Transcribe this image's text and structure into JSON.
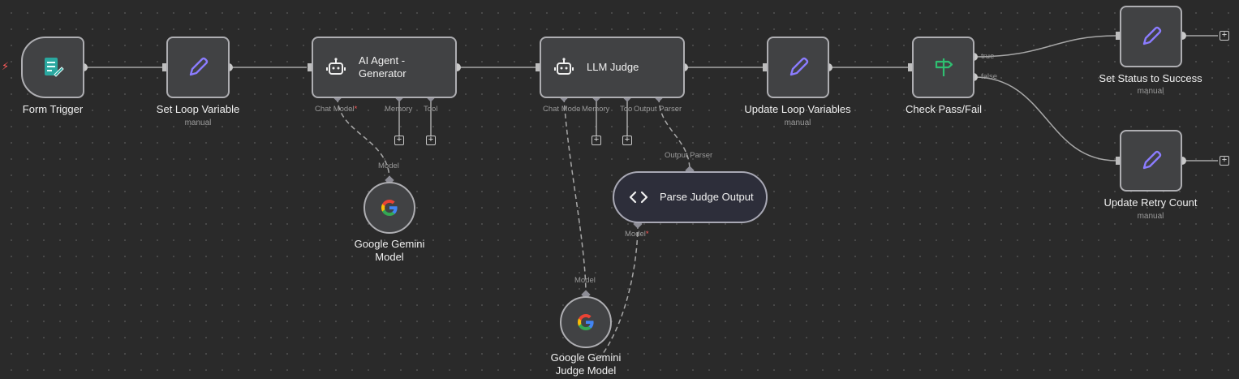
{
  "nodes": {
    "form_trigger": {
      "label": "Form Trigger"
    },
    "set_loop_variable": {
      "label": "Set Loop Variable",
      "sub": "manual"
    },
    "ai_agent": {
      "label": "AI Agent - Generator",
      "ports": {
        "chat_model": "Chat Model",
        "memory": "Memory",
        "tool": "Tool"
      }
    },
    "llm_judge": {
      "label": "LLM Judge",
      "ports": {
        "chat_model": "Chat Mode",
        "memory": "Memory",
        "tool": "Too",
        "output_parser": "Output Parser"
      }
    },
    "update_loop_variables": {
      "label": "Update Loop Variables",
      "sub": "manual"
    },
    "check_pass_fail": {
      "label": "Check Pass/Fail",
      "ports": {
        "true": "true",
        "false": "false"
      }
    },
    "set_status_success": {
      "label": "Set Status to Success",
      "sub": "manual"
    },
    "update_retry_count": {
      "label": "Update Retry Count",
      "sub": "manual"
    },
    "gemini_model": {
      "label_line1": "Google Gemini",
      "label_line2": "Model",
      "port": "Model"
    },
    "parse_judge_output": {
      "label": "Parse Judge Output",
      "port_in": "Output Parser",
      "port_model": "Model"
    },
    "gemini_judge_model": {
      "label_line1": "Google Gemini",
      "label_line2": "Judge Model",
      "port": "Model"
    }
  },
  "required_marker": "*",
  "colors": {
    "canvas": "#2a2a2a",
    "node_fill": "#414244",
    "node_border": "#aeaeb2",
    "accent_purple": "#8b7cff",
    "trigger_teal": "#2aa8a0",
    "if_green": "#2fbf71",
    "required_red": "#ff5b5b"
  },
  "icons": {
    "form_trigger": "form-icon",
    "set": "pencil-icon",
    "agent": "robot-icon",
    "if": "signpost-icon",
    "gemini": "google-g-icon",
    "parser": "code-brackets-icon",
    "trigger_marker": "lightning-icon",
    "add": "plus-icon"
  }
}
